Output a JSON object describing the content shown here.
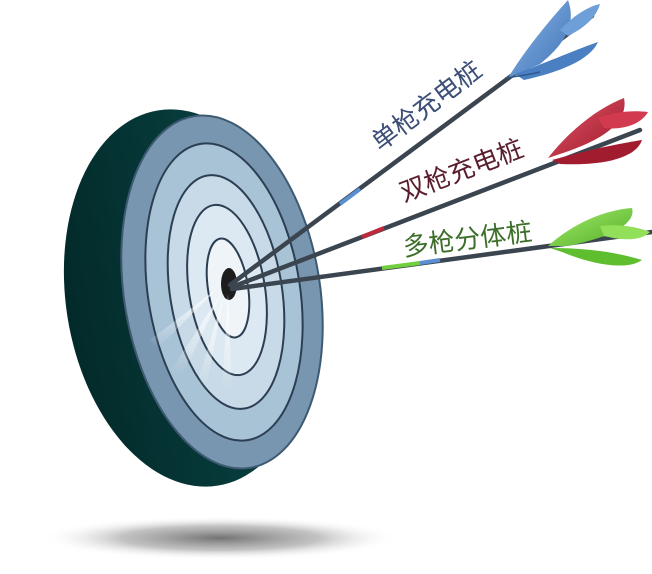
{
  "labels": {
    "arrow_top": "单枪充电桩",
    "arrow_middle": "双枪充电桩",
    "arrow_bottom": "多枪分体桩"
  },
  "icons": {
    "target": "target-icon",
    "arrow_top": "arrow-icon",
    "arrow_middle": "arrow-icon",
    "arrow_bottom": "arrow-icon"
  },
  "colors": {
    "arrow_top_fletching": "#5b8fd0",
    "arrow_top_label": "#3d4f78",
    "arrow_middle_fletching": "#c0283c",
    "arrow_middle_label": "#5a1f2e",
    "arrow_bottom_fletching": "#72cf3f",
    "arrow_bottom_label": "#3d6e2a",
    "target_rim": "#053a3a",
    "target_face_outer": "#7a9ab5"
  }
}
